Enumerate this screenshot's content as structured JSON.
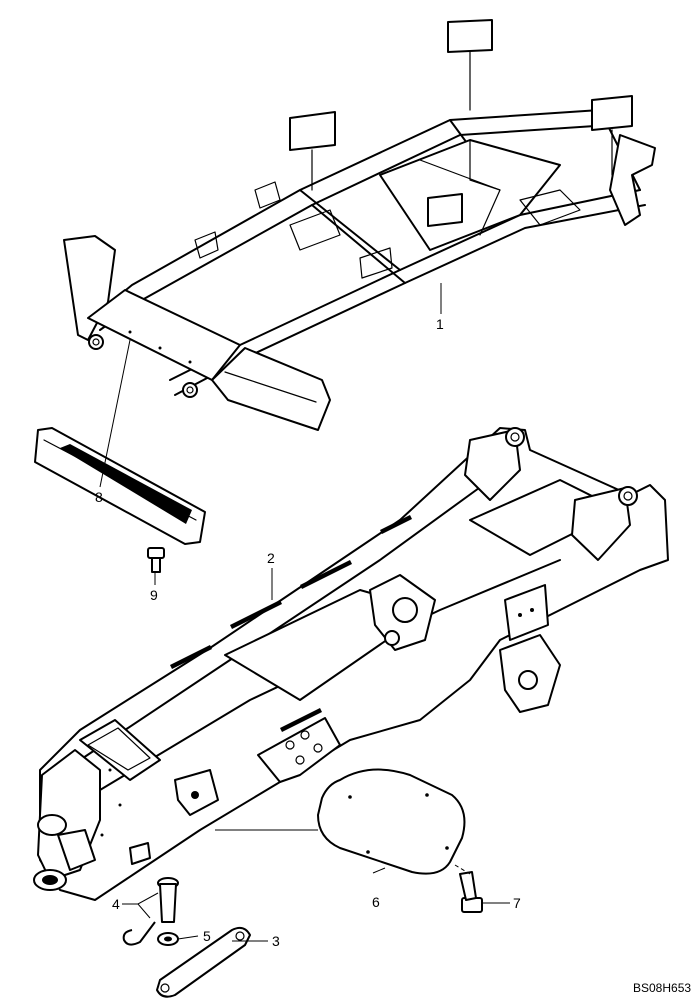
{
  "diagram": {
    "callouts": [
      {
        "id": "1",
        "label": "1"
      },
      {
        "id": "2",
        "label": "2"
      },
      {
        "id": "3",
        "label": "3"
      },
      {
        "id": "4",
        "label": "4"
      },
      {
        "id": "5",
        "label": "5"
      },
      {
        "id": "6",
        "label": "6"
      },
      {
        "id": "7",
        "label": "7"
      },
      {
        "id": "8",
        "label": "8"
      },
      {
        "id": "9",
        "label": "9"
      }
    ],
    "drawing_code": "BS08H653"
  }
}
